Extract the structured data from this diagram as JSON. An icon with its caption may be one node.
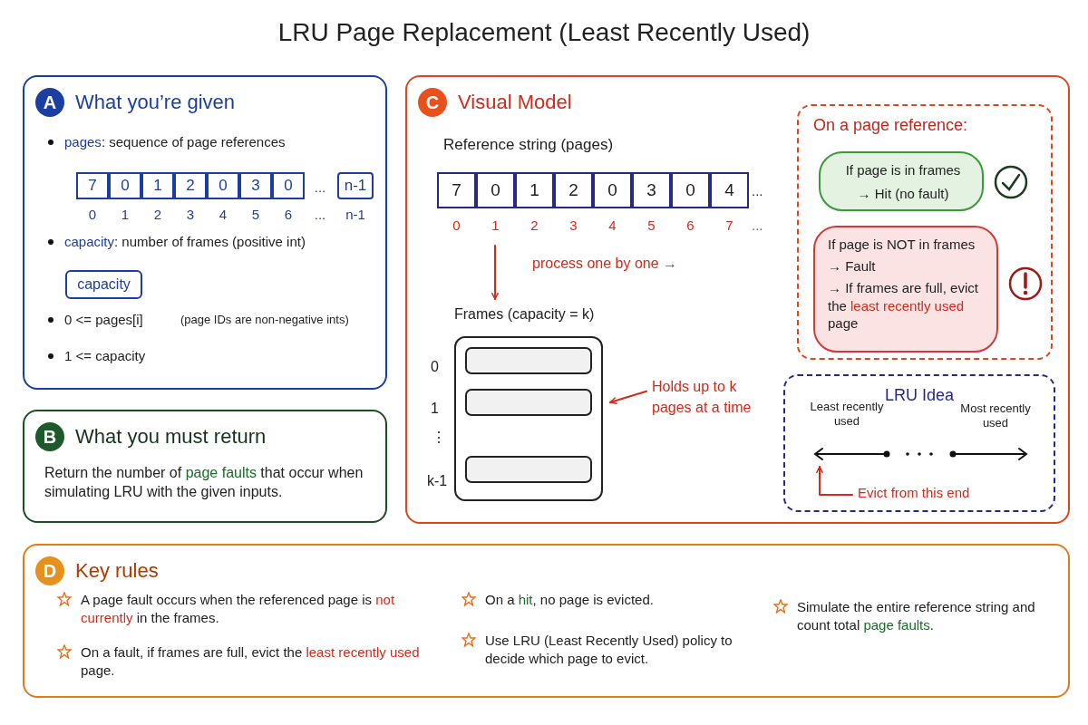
{
  "diagram": {
    "title": "LRU Page Replacement (Least Recently Used)",
    "nodes": [
      {
        "text": [
          "A",
          "What you’re given",
          "**pages**: sequence of page references",
          "...",
          "0",
          "1",
          "2",
          "3",
          "4",
          "5",
          "6",
          "...",
          "n-1",
          "**capacity**: number of frames (positive int)",
          "0 <= pages[i]",
          "(page IDs are non-negative ints)",
          "1 <= capacity"
        ]
      },
      {
        "text": [
          "7"
        ],
        "in": 0
      },
      {
        "text": [
          "0"
        ],
        "in": 0
      },
      {
        "text": [
          "1"
        ],
        "in": 0
      },
      {
        "text": [
          "2"
        ],
        "in": 0
      },
      {
        "text": [
          "0"
        ],
        "in": 0
      },
      {
        "text": [
          "3"
        ],
        "in": 0
      },
      {
        "text": [
          "0"
        ],
        "in": 0
      },
      {
        "text": [
          "n-1"
        ],
        "in": 0
      },
      {
        "text": [
          "capacity"
        ],
        "in": 0
      },
      {
        "text": [
          "B",
          "What you must return",
          "Return the number of *page faults* that occur when simulating LRU with the given inputs."
        ]
      },
      {
        "text": [
          "C",
          "Visual Model",
          "Reference string (pages)",
          "...",
          "0",
          "1",
          "2",
          "3",
          "4",
          "5",
          "6",
          "7",
          "...",
          "process one by one →"
        ]
      },
      {
        "text": [
          "7"
        ],
        "in": 11
      },
      {
        "text": [
          "0"
        ],
        "in": 11
      },
      {
        "text": [
          "1"
        ],
        "in": 11
      },
      {
        "text": [
          "2"
        ],
        "in": 11
      },
      {
        "text": [
          "0"
        ],
        "in": 11
      },
      {
        "text": [
          "3"
        ],
        "in": 11
      },
      {
        "text": [
          "0"
        ],
        "in": 11
      },
      {
        "text": [
          "4"
        ],
        "in": 11
      },
      {
        "text": [
          "Frames (capacity = k)"
        ],
        "beside": [
          "0",
          "1",
          "⋮",
          "k-1"
        ],
        "in": 11
      },
      {
        "text": [],
        "shape": "box",
        "in": 20
      },
      {
        "text": [],
        "shape": "box",
        "in": 20
      },
      {
        "text": [],
        "shape": "box",
        "in": 20
      },
      {
        "text": [
          "Holds up to k pages at a time"
        ],
        "in": 11
      },
      {
        "text": [
          "On a page reference:"
        ],
        "in": 11
      },
      {
        "text": [
          "If page is in frames",
          "→ Hit (no fault)"
        ],
        "in": 25
      },
      {
        "text": [
          "If page is NOT in frames",
          "→ Fault",
          "→ If frames are full, evict the **least recently used** page"
        ],
        "in": 25
      },
      {
        "text": [
          "LRU Idea"
        ],
        "in": 11
      },
      {
        "text": [
          "Least recently used"
        ],
        "in": 28
      },
      {
        "text": [
          "Most recently used"
        ],
        "in": 28
      },
      {
        "text": [
          "Evict from this end"
        ],
        "in": 28
      },
      {
        "text": [
          "D",
          "Key rules",
          "A page fault occurs when the referenced page is **not currently** in the frames.",
          "On a fault, if frames are full, evict the **least recently used** page.",
          "On a *hit*, no page is evicted.",
          "Use LRU (Least Recently Used) policy to decide which page to evict.",
          "Simulate the entire reference string and count total *page faults*."
        ]
      }
    ],
    "edges": [
      {
        "from": null,
        "to": 20,
        "arrow": "to"
      },
      {
        "from": 24,
        "to": 20,
        "arrow": "to"
      },
      {
        "from": 31,
        "to": null,
        "arrow": "to"
      }
    ]
  }
}
